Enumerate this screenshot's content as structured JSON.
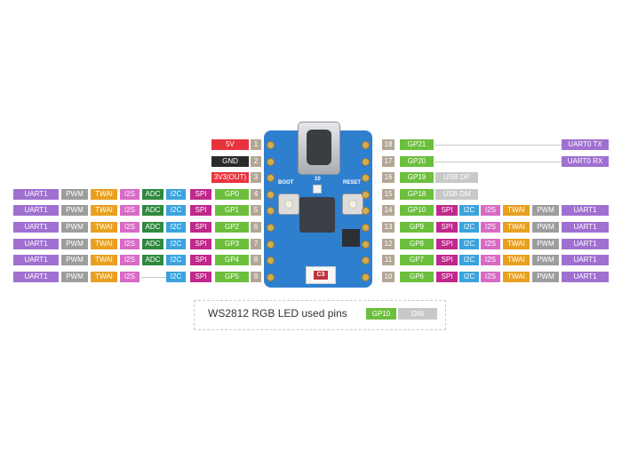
{
  "colors": {
    "power": "#e8323c",
    "ground": "#2b2b2b",
    "gpio": "#6cbf3c",
    "usb": "#c8c8c8",
    "uart": "#a070d0",
    "pwm": "#9d9d9d",
    "twai": "#e8a020",
    "i2s": "#d86ac4",
    "adc": "#2f8a3e",
    "i2c": "#3aa3dd",
    "spi": "#c0288c",
    "pin_number": "#b2a796",
    "board": "#2f7fcf"
  },
  "board": {
    "boot_label": "BOOT",
    "reset_label": "RESET",
    "gpio10_label": "10",
    "chip_mark": "C3"
  },
  "left_pins": [
    {
      "num": "1",
      "labels": [
        {
          "text": "5V",
          "type": "power"
        }
      ]
    },
    {
      "num": "2",
      "labels": [
        {
          "text": "GND",
          "type": "ground"
        }
      ]
    },
    {
      "num": "3",
      "labels": [
        {
          "text": "3V3(OUT)",
          "type": "power"
        }
      ]
    },
    {
      "num": "4",
      "labels": [
        {
          "text": "GP0",
          "type": "gpio"
        },
        {
          "text": "SPI",
          "type": "spi"
        },
        {
          "text": "I2C",
          "type": "i2c"
        },
        {
          "text": "ADC",
          "type": "adc"
        },
        {
          "text": "I2S",
          "type": "i2s"
        },
        {
          "text": "TWAI",
          "type": "twai"
        },
        {
          "text": "PWM",
          "type": "pwm"
        },
        {
          "text": "UART1",
          "type": "uart"
        }
      ]
    },
    {
      "num": "5",
      "labels": [
        {
          "text": "GP1",
          "type": "gpio"
        },
        {
          "text": "SPI",
          "type": "spi"
        },
        {
          "text": "I2C",
          "type": "i2c"
        },
        {
          "text": "ADC",
          "type": "adc"
        },
        {
          "text": "I2S",
          "type": "i2s"
        },
        {
          "text": "TWAI",
          "type": "twai"
        },
        {
          "text": "PWM",
          "type": "pwm"
        },
        {
          "text": "UART1",
          "type": "uart"
        }
      ]
    },
    {
      "num": "6",
      "labels": [
        {
          "text": "GP2",
          "type": "gpio"
        },
        {
          "text": "SPI",
          "type": "spi"
        },
        {
          "text": "I2C",
          "type": "i2c"
        },
        {
          "text": "ADC",
          "type": "adc"
        },
        {
          "text": "I2S",
          "type": "i2s"
        },
        {
          "text": "TWAI",
          "type": "twai"
        },
        {
          "text": "PWM",
          "type": "pwm"
        },
        {
          "text": "UART1",
          "type": "uart"
        }
      ]
    },
    {
      "num": "7",
      "labels": [
        {
          "text": "GP3",
          "type": "gpio"
        },
        {
          "text": "SPI",
          "type": "spi"
        },
        {
          "text": "I2C",
          "type": "i2c"
        },
        {
          "text": "ADC",
          "type": "adc"
        },
        {
          "text": "I2S",
          "type": "i2s"
        },
        {
          "text": "TWAI",
          "type": "twai"
        },
        {
          "text": "PWM",
          "type": "pwm"
        },
        {
          "text": "UART1",
          "type": "uart"
        }
      ]
    },
    {
      "num": "8",
      "labels": [
        {
          "text": "GP4",
          "type": "gpio"
        },
        {
          "text": "SPI",
          "type": "spi"
        },
        {
          "text": "I2C",
          "type": "i2c"
        },
        {
          "text": "ADC",
          "type": "adc"
        },
        {
          "text": "I2S",
          "type": "i2s"
        },
        {
          "text": "TWAI",
          "type": "twai"
        },
        {
          "text": "PWM",
          "type": "pwm"
        },
        {
          "text": "UART1",
          "type": "uart"
        }
      ]
    },
    {
      "num": "9",
      "labels": [
        {
          "text": "GP5",
          "type": "gpio"
        },
        {
          "text": "SPI",
          "type": "spi"
        },
        {
          "text": "I2C",
          "type": "i2c"
        },
        {
          "text": "",
          "type": "gap"
        },
        {
          "text": "I2S",
          "type": "i2s"
        },
        {
          "text": "TWAI",
          "type": "twai"
        },
        {
          "text": "PWM",
          "type": "pwm"
        },
        {
          "text": "UART1",
          "type": "uart"
        }
      ]
    }
  ],
  "right_pins": [
    {
      "num": "18",
      "labels": [
        {
          "text": "GP21",
          "type": "gpio"
        }
      ],
      "far": {
        "text": "UART0 TX",
        "type": "uart"
      }
    },
    {
      "num": "17",
      "labels": [
        {
          "text": "GP20",
          "type": "gpio"
        }
      ],
      "far": {
        "text": "UART0 RX",
        "type": "uart"
      }
    },
    {
      "num": "16",
      "labels": [
        {
          "text": "GP19",
          "type": "gpio"
        },
        {
          "text": "USB DP",
          "type": "usb"
        }
      ]
    },
    {
      "num": "15",
      "labels": [
        {
          "text": "GP18",
          "type": "gpio"
        },
        {
          "text": "USB DM",
          "type": "usb"
        }
      ]
    },
    {
      "num": "14",
      "labels": [
        {
          "text": "GP10",
          "type": "gpio"
        },
        {
          "text": "SPI",
          "type": "spi"
        },
        {
          "text": "I2C",
          "type": "i2c"
        },
        {
          "text": "I2S",
          "type": "i2s"
        },
        {
          "text": "TWAI",
          "type": "twai"
        },
        {
          "text": "PWM",
          "type": "pwm"
        },
        {
          "text": "UART1",
          "type": "uart"
        }
      ]
    },
    {
      "num": "13",
      "labels": [
        {
          "text": "GP9",
          "type": "gpio"
        },
        {
          "text": "SPI",
          "type": "spi"
        },
        {
          "text": "I2C",
          "type": "i2c"
        },
        {
          "text": "I2S",
          "type": "i2s"
        },
        {
          "text": "TWAI",
          "type": "twai"
        },
        {
          "text": "PWM",
          "type": "pwm"
        },
        {
          "text": "UART1",
          "type": "uart"
        }
      ]
    },
    {
      "num": "12",
      "labels": [
        {
          "text": "GP8",
          "type": "gpio"
        },
        {
          "text": "SPI",
          "type": "spi"
        },
        {
          "text": "I2C",
          "type": "i2c"
        },
        {
          "text": "I2S",
          "type": "i2s"
        },
        {
          "text": "TWAI",
          "type": "twai"
        },
        {
          "text": "PWM",
          "type": "pwm"
        },
        {
          "text": "UART1",
          "type": "uart"
        }
      ]
    },
    {
      "num": "11",
      "labels": [
        {
          "text": "GP7",
          "type": "gpio"
        },
        {
          "text": "SPI",
          "type": "spi"
        },
        {
          "text": "I2C",
          "type": "i2c"
        },
        {
          "text": "I2S",
          "type": "i2s"
        },
        {
          "text": "TWAI",
          "type": "twai"
        },
        {
          "text": "PWM",
          "type": "pwm"
        },
        {
          "text": "UART1",
          "type": "uart"
        }
      ]
    },
    {
      "num": "10",
      "labels": [
        {
          "text": "GP6",
          "type": "gpio"
        },
        {
          "text": "SPI",
          "type": "spi"
        },
        {
          "text": "I2C",
          "type": "i2c"
        },
        {
          "text": "I2S",
          "type": "i2s"
        },
        {
          "text": "TWAI",
          "type": "twai"
        },
        {
          "text": "PWM",
          "type": "pwm"
        },
        {
          "text": "UART1",
          "type": "uart"
        }
      ]
    }
  ],
  "legend": {
    "text": "WS2812 RGB LED used pins",
    "gpio": "GP10",
    "din": "DIN"
  }
}
